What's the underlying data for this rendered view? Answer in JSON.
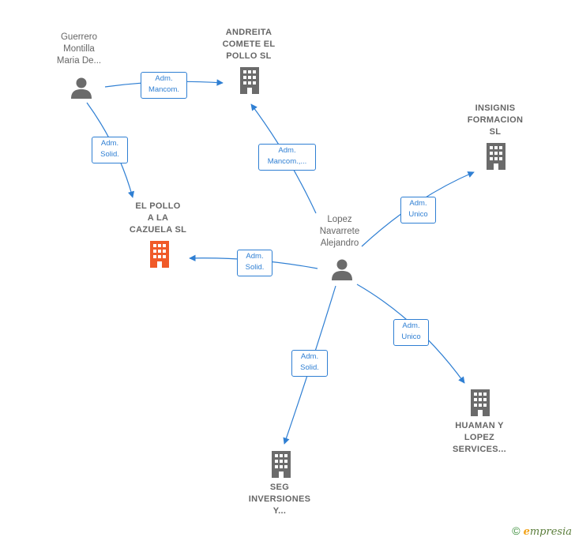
{
  "nodes": {
    "guerrero": {
      "label": "Guerrero\nMontilla\nMaria De..."
    },
    "lopez": {
      "label": "Lopez\nNavarrete\nAlejandro"
    },
    "andreita": {
      "label": "ANDREITA\nCOMETE EL\nPOLLO  SL"
    },
    "insignis": {
      "label": "INSIGNIS\nFORMACION\nSL"
    },
    "el_pollo": {
      "label": "EL POLLO\nA LA\nCAZUELA  SL"
    },
    "huaman": {
      "label": "HUAMAN Y\nLOPEZ\nSERVICES..."
    },
    "seg": {
      "label": "SEG\nINVERSIONES\nY..."
    }
  },
  "edges": {
    "guerrero_andreita": {
      "label": "Adm.\nMancom."
    },
    "guerrero_elpollo": {
      "label": "Adm.\nSolid."
    },
    "lopez_andreita": {
      "label": "Adm.\nMancom.,..."
    },
    "lopez_insignis": {
      "label": "Adm.\nUnico"
    },
    "lopez_elpollo": {
      "label": "Adm.\nSolid."
    },
    "lopez_huaman": {
      "label": "Adm.\nUnico"
    },
    "lopez_seg": {
      "label": "Adm.\nSolid."
    }
  },
  "colors": {
    "edge": "#2f7fd3",
    "person_icon": "#6b6b6b",
    "company_icon": "#6b6b6b",
    "focus_company_icon": "#f05a28"
  },
  "brand": {
    "copyright": "©",
    "e": "e",
    "rest": "mpresia"
  }
}
